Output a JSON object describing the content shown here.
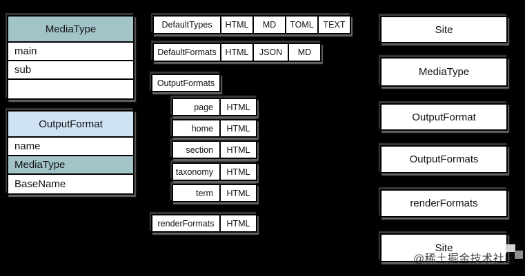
{
  "colors": {
    "background": "#000000",
    "teal": "#a2c4c9",
    "light_blue": "#cfe2f3",
    "yellow": "#f8d55f",
    "border": "#000000",
    "shadow_gray": "#808080"
  },
  "left": {
    "media_type_table": {
      "title": "MediaType",
      "rows": [
        "main",
        "sub",
        ""
      ]
    },
    "output_format_table": {
      "title": "OutputFormat",
      "rows": [
        "name",
        "MediaType",
        "BaseName"
      ]
    }
  },
  "middle": {
    "default_types": {
      "label": "DefaultTypes",
      "cells": [
        "HTML",
        "MD",
        "TOML",
        "TEXT"
      ]
    },
    "default_formats": {
      "label": "DefaultFormats",
      "cells": [
        "HTML",
        "JSON",
        "MD"
      ]
    },
    "output_formats_label": "OutputFormats",
    "kind_rows": [
      {
        "kind": "page",
        "format": "HTML"
      },
      {
        "kind": "home",
        "format": "HTML"
      },
      {
        "kind": "section",
        "format": "HTML"
      },
      {
        "kind": "taxonomy",
        "format": "HTML"
      },
      {
        "kind": "term",
        "format": "HTML"
      }
    ],
    "render_formats": {
      "label": "renderFormats",
      "format": "HTML"
    }
  },
  "right": {
    "boxes": [
      {
        "label": "Site",
        "variant": "yellow"
      },
      {
        "label": "MediaType",
        "variant": "white"
      },
      {
        "label": "OutputFormat",
        "variant": "white"
      },
      {
        "label": "OutputFormats",
        "variant": "white"
      },
      {
        "label": "renderFormats",
        "variant": "white"
      },
      {
        "label": "Site",
        "variant": "yellow"
      }
    ]
  },
  "watermark": {
    "text": "@稀土掘金技术社区"
  }
}
